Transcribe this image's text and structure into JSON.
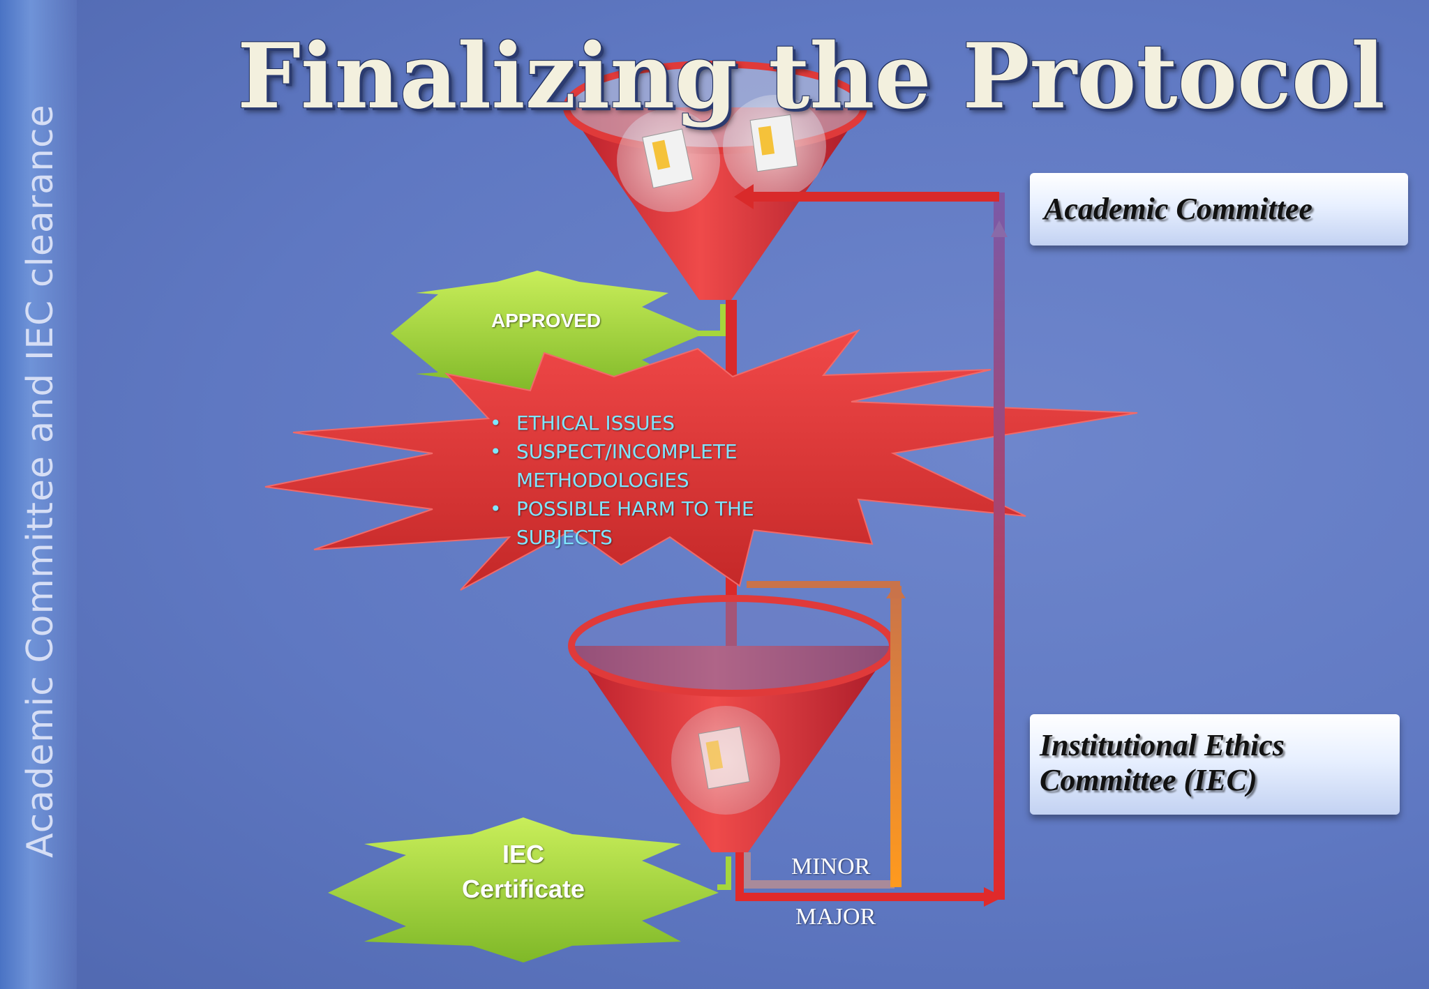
{
  "slide": {
    "title": "Finalizing the Protocol",
    "side_title": "Academic Committee and IEC clearance"
  },
  "committees": {
    "academic": "Academic Committee",
    "iec_line1": "Institutional Ethics",
    "iec_line2": "Committee (IEC)"
  },
  "outcomes": {
    "approved": "APPROVED",
    "iec_certificate_line1": "IEC",
    "iec_certificate_line2": "Certificate"
  },
  "issues": [
    "ETHICAL ISSUES",
    "SUSPECT/INCOMPLETE METHODOLOGIES",
    "POSSIBLE HARM TO THE SUBJECTS"
  ],
  "feedback": {
    "minor": "MINOR",
    "major": "MAJOR"
  },
  "colors": {
    "background": "#5f78c2",
    "funnel": "#e0343a",
    "star_green": "#a6d63c",
    "arrow_red": "#d92a2a",
    "arrow_orange": "#f28a1e",
    "issue_text": "#7fe6ff"
  }
}
